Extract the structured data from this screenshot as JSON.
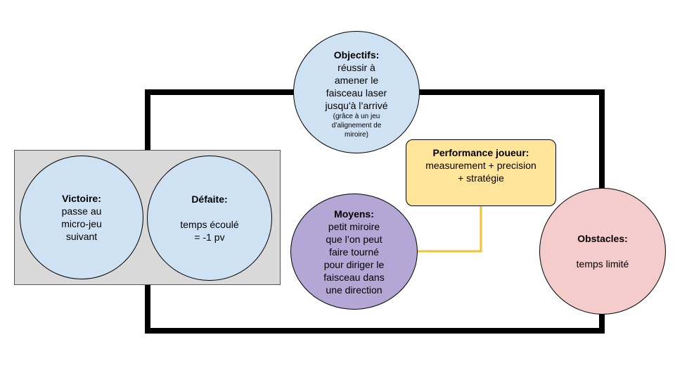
{
  "colors": {
    "frame_line": "#000000",
    "connector": "#f1c232",
    "circle_blue": "#cfe2f3",
    "circle_purple": "#b4a7d6",
    "circle_pink": "#f4cccc",
    "box_yellow": "#ffe599",
    "box_grey": "#d9d9d9"
  },
  "objectifs": {
    "title": "Objectifs:",
    "line1": "réussir à",
    "line2": "amener le",
    "line3": "faisceau laser",
    "line4": "jusqu'à l’arrivé",
    "note1": "(grâce à un jeu",
    "note2": "d’alignement de",
    "note3": "miroire)"
  },
  "performance": {
    "title": "Performance joueur:",
    "line1": "measurement + precision",
    "line2": "+ stratégie"
  },
  "victoire": {
    "title": "Victoire:",
    "line1": "passe au",
    "line2": "micro-jeu",
    "line3": "suivant"
  },
  "defaite": {
    "title": "Défaite:",
    "line1": "temps écoulé",
    "line2": "= -1 pv"
  },
  "moyens": {
    "title": "Moyens:",
    "line1": "petit miroire",
    "line2": "que l’on peut",
    "line3": "faire tourné",
    "line4": "pour diriger le",
    "line5": "faisceau dans",
    "line6": "une direction"
  },
  "obstacles": {
    "title": "Obstacles:",
    "line1": "temps limité"
  }
}
